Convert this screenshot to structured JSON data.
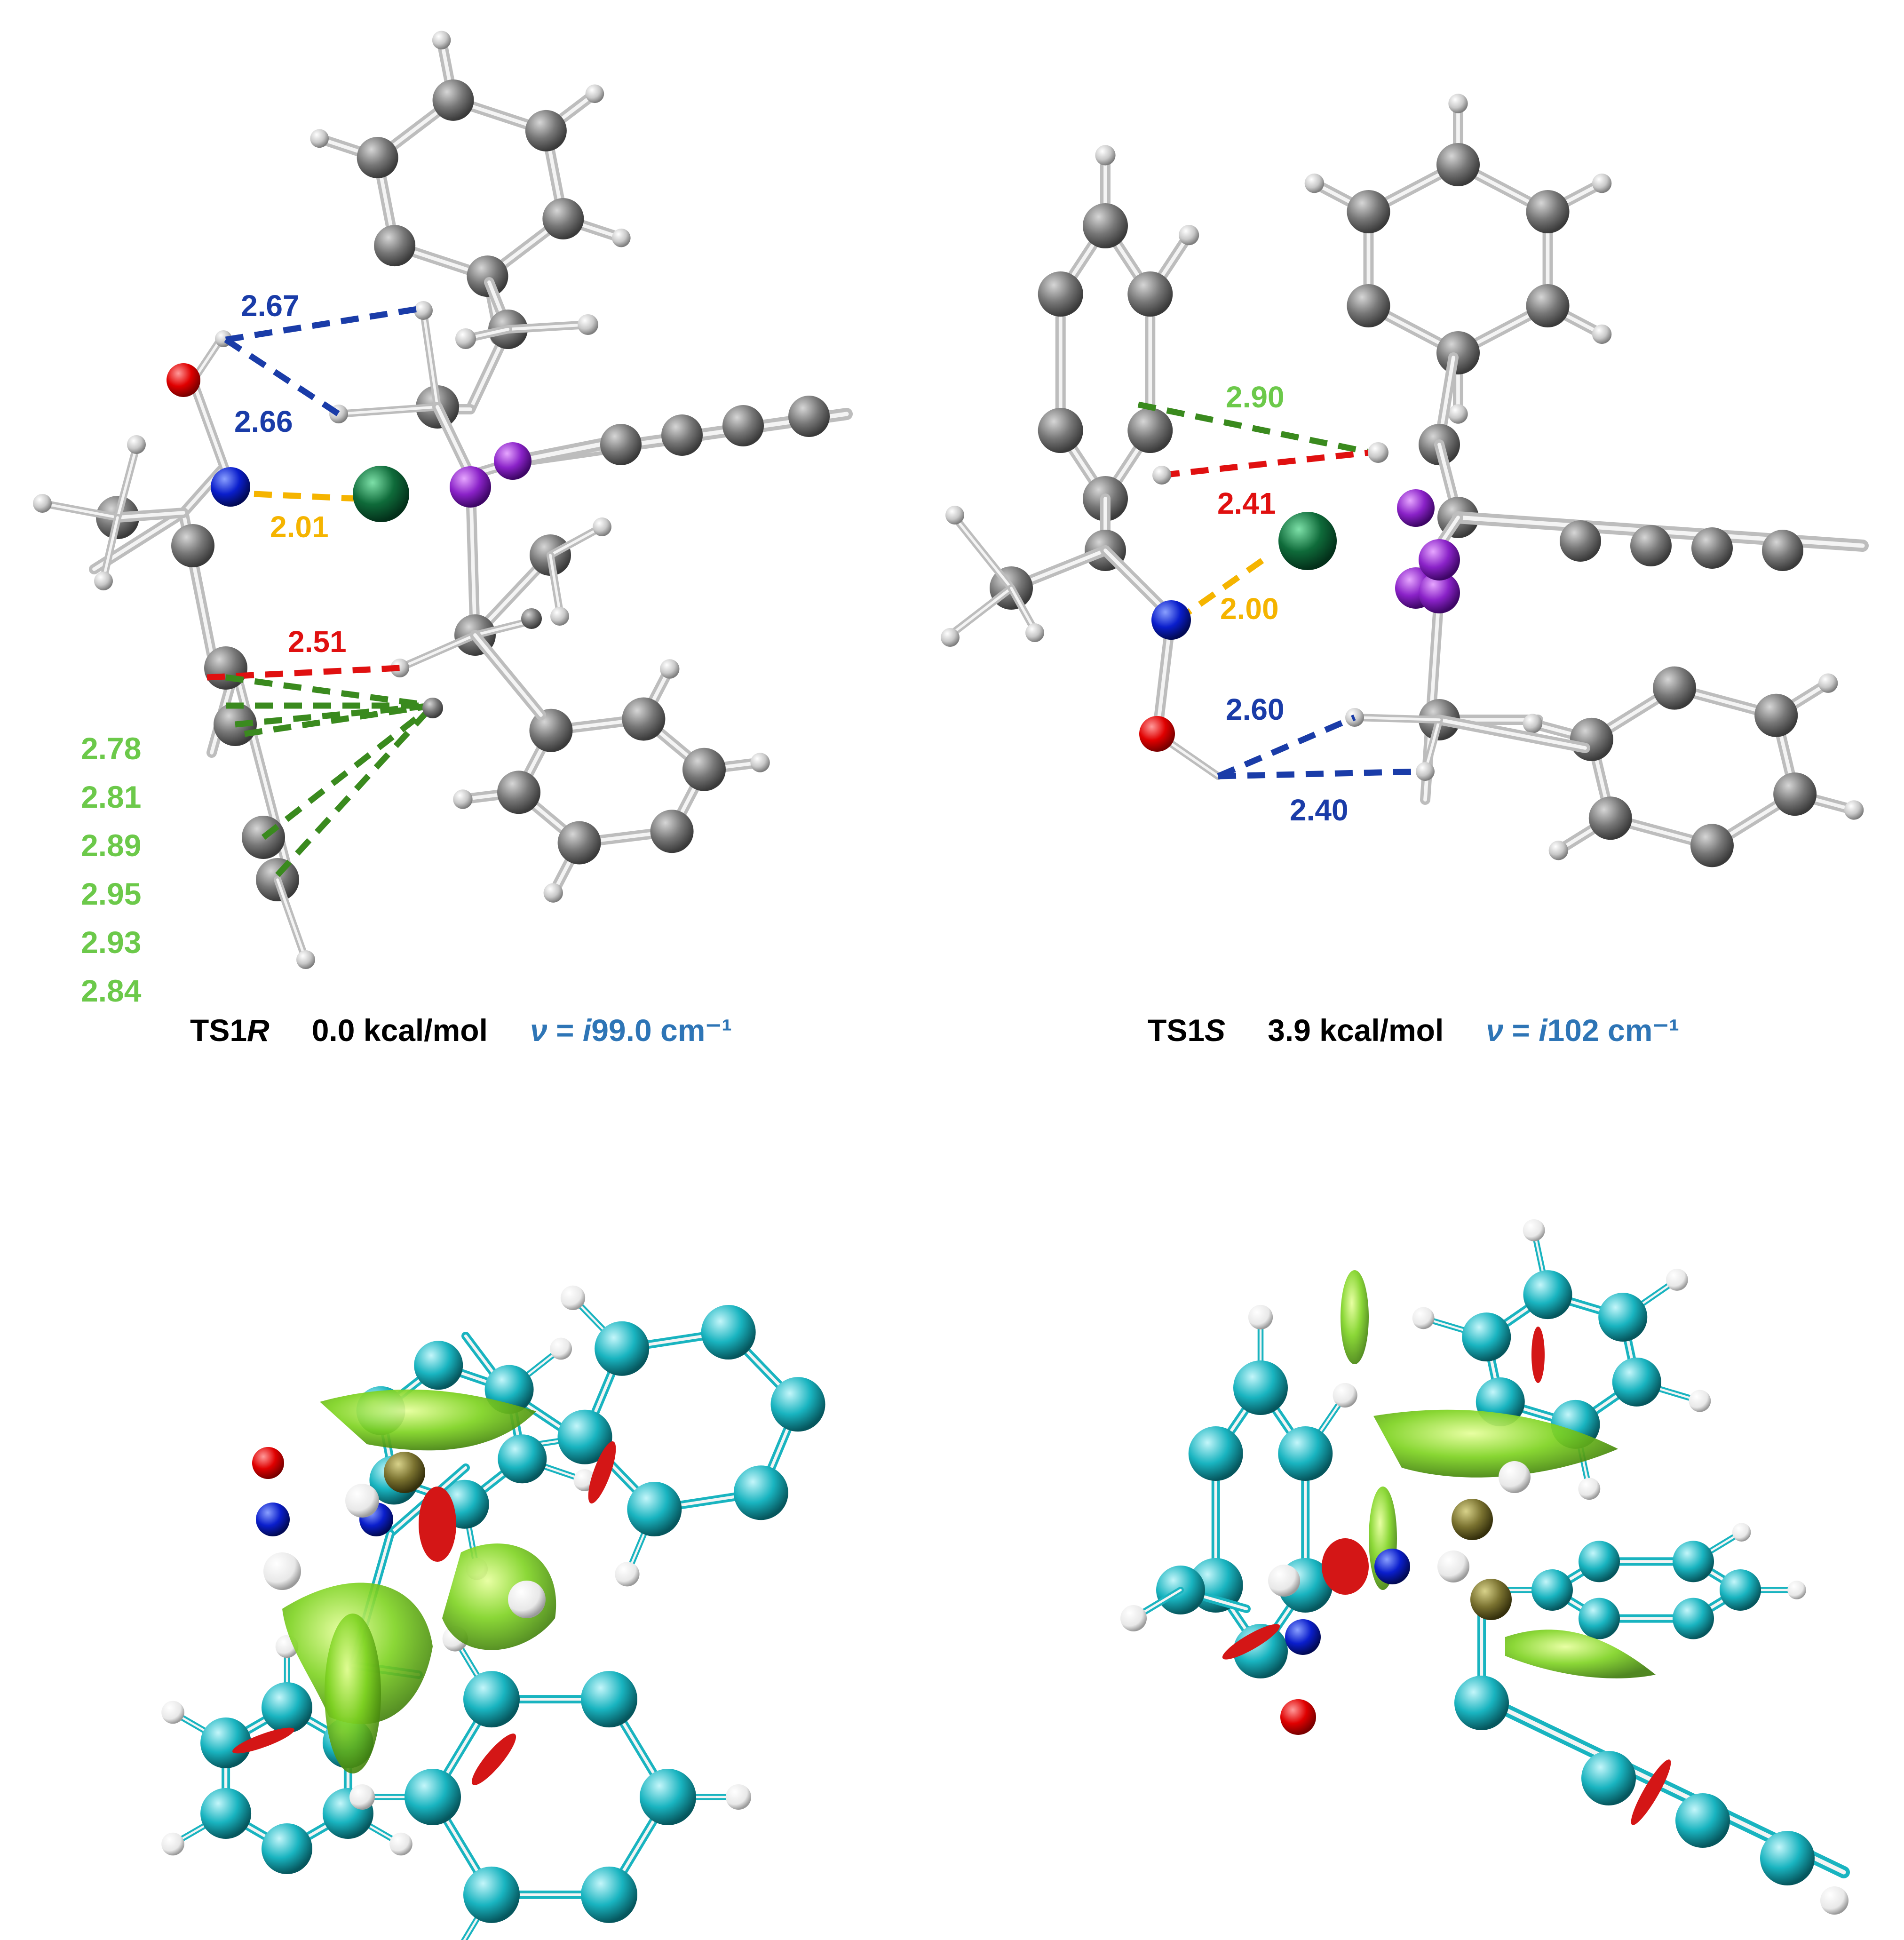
{
  "panels": {
    "ts1r": {
      "name": "TS1",
      "suffix": "R",
      "energy": "0.0 kcal/mol",
      "freq_symbol": "ν",
      "freq_eq": " = ",
      "freq_i": "i",
      "freq_value": "99.0 cm⁻¹",
      "distances": {
        "d_blue_1": "2.67",
        "d_blue_2": "2.66",
        "d_yellow": "2.01",
        "d_red": "2.51"
      },
      "green_list": [
        "2.78",
        "2.81",
        "2.89",
        "2.95",
        "2.93",
        "2.84"
      ]
    },
    "ts1s": {
      "name": "TS1",
      "suffix": "S",
      "energy": "3.9 kcal/mol",
      "freq_symbol": "ν",
      "freq_eq": " = ",
      "freq_i": "i",
      "freq_value": "102 cm⁻¹",
      "distances": {
        "d_green": "2.90",
        "d_red": "2.41",
        "d_yellow": "2.00",
        "d_blue_1": "2.60",
        "d_blue_2": "2.40"
      }
    }
  },
  "colors": {
    "blue_contact": "#1a3ca8",
    "yellow_contact": "#f5b400",
    "red_contact": "#e01010",
    "green_contact": "#3a8a1e",
    "green_label": "#6cc94a",
    "carbon": "#6f6f6f",
    "oxygen": "#e00000",
    "nitrogen": "#0a1ecc",
    "metal": "#0f6b3a",
    "phosphorus": "#8a22c8",
    "nci_carbon": "#19b4c0",
    "nci_metal": "#7a7230",
    "freq_text": "#2e75b6"
  }
}
